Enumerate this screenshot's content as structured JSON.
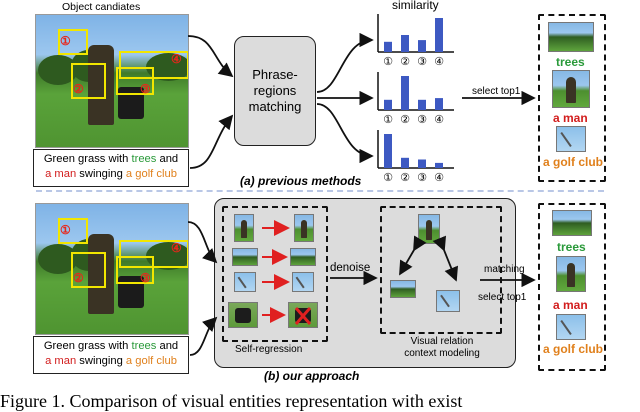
{
  "top": {
    "candidates_title": "Object candiates",
    "box_numbers": [
      "①",
      "②",
      "③",
      "④"
    ],
    "caption_parts": {
      "p1": "Green grass with ",
      "w1": "trees",
      "p2": " and",
      "w2": "a man",
      "p3": " swinging ",
      "w3": "a golf club"
    },
    "matching_box_label": "Phrase-\nregions\nmatching",
    "similarity_label": "similarity",
    "axis_labels": [
      "①",
      "②",
      "③",
      "④"
    ],
    "select_label": "select top1",
    "results": [
      "trees",
      "a man",
      "a golf club"
    ],
    "section_label": "(a) previous methods"
  },
  "bottom": {
    "box_numbers": [
      "①",
      "②",
      "③",
      "④"
    ],
    "caption_parts": {
      "p1": "Green grass with ",
      "w1": "trees",
      "p2": " and",
      "w2": "a man",
      "p3": " swinging ",
      "w3": "a golf club"
    },
    "self_regression_label": "Self-regression",
    "denoise_label": "denoise",
    "context_label": "Visual relation\ncontext modeling",
    "matching_label": "matching",
    "select_label": "select top1",
    "results": [
      "trees",
      "a man",
      "a golf club"
    ],
    "section_label": "(b) our approach"
  },
  "figure_caption": "Figure 1. Comparison of visual entities representation with exist",
  "chart_data": [
    {
      "type": "bar",
      "categories": [
        "①",
        "②",
        "③",
        "④"
      ],
      "values": [
        0.3,
        0.5,
        0.35,
        1.0
      ],
      "title": "similarity"
    },
    {
      "type": "bar",
      "categories": [
        "①",
        "②",
        "③",
        "④"
      ],
      "values": [
        0.3,
        1.0,
        0.3,
        0.35
      ]
    },
    {
      "type": "bar",
      "categories": [
        "①",
        "②",
        "③",
        "④"
      ],
      "values": [
        1.0,
        0.3,
        0.25,
        0.15
      ]
    }
  ],
  "colors": {
    "bar": "#3d59c2",
    "box": "#f2e600",
    "number": "#e8261b",
    "arrow_red": "#e02020",
    "trees": "#2a9a3a",
    "man": "#d21d1d",
    "club": "#e0801c"
  }
}
